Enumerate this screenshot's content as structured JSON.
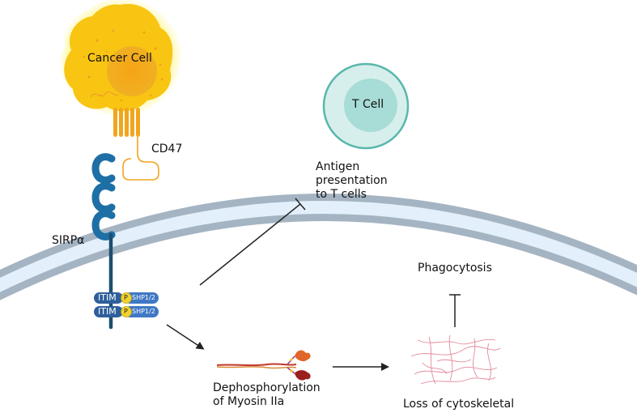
{
  "labels": {
    "cancer_cell": "Cancer Cell",
    "cd47": "CD47",
    "t_cell": "T Cell",
    "antigen": "Antigen\npresentation\nto T cells",
    "sirpa": "SIRPα",
    "itim1": "ITIM",
    "itim2": "ITIM",
    "p1": "P",
    "p2": "P",
    "shp1": "SHP1/2",
    "shp2": "SHP1/2",
    "phagocytosis": "Phagocytosis",
    "dephos": "Dephosphorylation\nof Myosin IIa",
    "loss": "Loss of cytoskeletal"
  },
  "colors": {
    "cancer_glow": "#fff36a",
    "cancer_body": "#f8c513",
    "cancer_nucleus": "#f3a21c",
    "cd47": "#f1a51e",
    "tcell_outer": "#d7efec",
    "tcell_ring": "#5ab7ad",
    "tcell_inner": "#a8dcd6",
    "membrane_outer": "#a5b4c2",
    "membrane_inner": "#e3f0fb",
    "sirpa": "#1e6fa5",
    "sirpa_dark": "#1d4e6f",
    "itim": "#2e5f9a",
    "shp": "#3f78c4",
    "phospho": "#f2d22c",
    "cytoskeleton": "#e28a9b",
    "arrow": "#222222"
  }
}
